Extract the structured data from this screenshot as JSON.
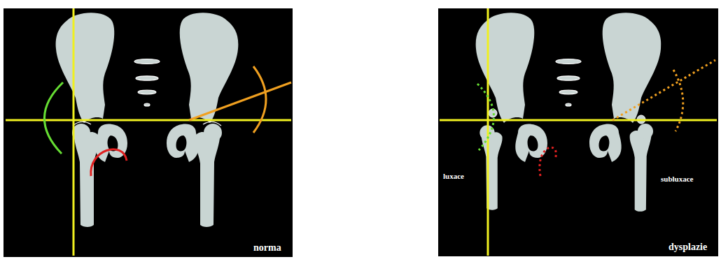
{
  "diagram": {
    "labels": [
      "norma",
      "luxace",
      "subluxace",
      "dysplazie"
    ]
  }
}
